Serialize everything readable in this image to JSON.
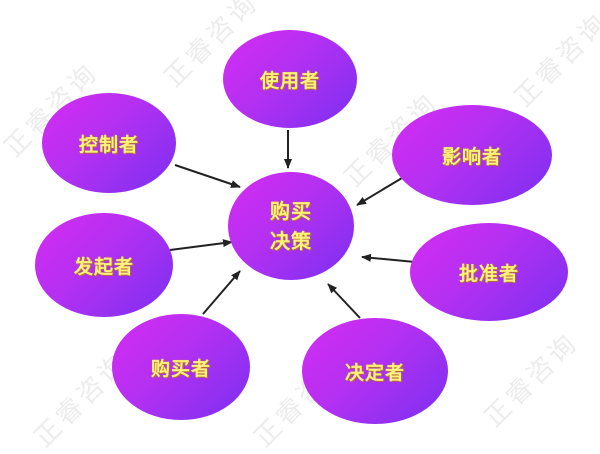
{
  "diagram": {
    "watermark": "正睿咨询",
    "center": {
      "label_line1": "购买",
      "label_line2": "决策"
    },
    "nodes": [
      {
        "id": "user",
        "label": "使用者"
      },
      {
        "id": "controller",
        "label": "控制者"
      },
      {
        "id": "influencer",
        "label": "影响者"
      },
      {
        "id": "initiator",
        "label": "发起者"
      },
      {
        "id": "approver",
        "label": "批准者"
      },
      {
        "id": "buyer",
        "label": "购买者"
      },
      {
        "id": "decider",
        "label": "决定者"
      }
    ],
    "colors": {
      "node_gradient_start": "#d62cf2",
      "node_gradient_end": "#7a2ff0",
      "label_text": "#fff27a",
      "arrow": "#222222",
      "background": "#ffffff"
    }
  }
}
